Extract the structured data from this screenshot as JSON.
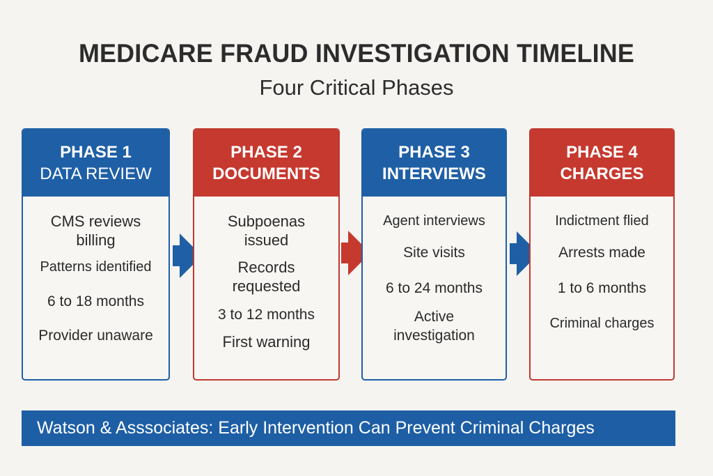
{
  "header": {
    "title": "MEDICARE FRAUD INVESTIGATION TIMELINE",
    "subtitle": "Four Critical Phases"
  },
  "colors": {
    "blue": "#1f5fa5",
    "red": "#c6392f",
    "background": "#f5f4f1"
  },
  "phases": [
    {
      "label": "PHASE 1",
      "name": "DATA REVIEW",
      "color": "blue",
      "items": [
        "CMS reviews billing",
        "Patterns identified",
        "6 to 18 months",
        "Provider unaware"
      ]
    },
    {
      "label": "PHASE 2",
      "name": "DOCUMENTS",
      "color": "red",
      "items": [
        "Subpoenas issued",
        "Records requested",
        "3 to 12 months",
        "First warning"
      ]
    },
    {
      "label": "PHASE 3",
      "name": "INTERVIEWS",
      "color": "blue",
      "items": [
        "Agent interviews",
        "Site visits",
        "6 to 24 months",
        "Active investigation"
      ]
    },
    {
      "label": "PHASE 4",
      "name": "CHARGES",
      "color": "red",
      "items": [
        "Indictment flied",
        "Arrests made",
        "1 to 6 months",
        "Criminal charges"
      ]
    }
  ],
  "arrows": [
    {
      "from": 1,
      "to": 2,
      "color": "blue",
      "icon": "arrow-right-icon"
    },
    {
      "from": 2,
      "to": 3,
      "color": "red",
      "icon": "arrow-right-icon"
    },
    {
      "from": 3,
      "to": 4,
      "color": "blue",
      "icon": "arrow-right-icon"
    }
  ],
  "footer": {
    "text": "Watson & Asssociates: Early Intervention Can Prevent Criminal Charges"
  }
}
